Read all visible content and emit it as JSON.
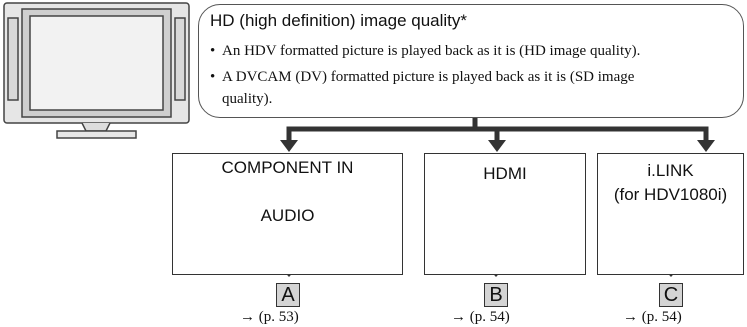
{
  "callout": {
    "title": "HD (high definition) image quality*",
    "bullets": [
      {
        "dot": "•",
        "line1": "An HDV formatted picture is played back as it is (HD image quality).",
        "line2": ""
      },
      {
        "dot": "•",
        "line1": "A DVCAM (DV) formatted picture is played back as it is (SD image",
        "line2": "quality)."
      }
    ]
  },
  "inputs": [
    {
      "label_1": "COMPONENT IN",
      "label_2": "AUDIO",
      "letter": "A",
      "page_ref": "→ (p. 53)"
    },
    {
      "label_1": "HDMI",
      "letter": "B",
      "page_ref": "→ (p. 54)"
    },
    {
      "label_1": "i.LINK",
      "label_2": "(for HDV1080i)",
      "letter": "C",
      "page_ref": "→ (p. 54)"
    }
  ],
  "icons": [
    "tv-icon",
    "rca-jack-icon",
    "hdmi-port-icon",
    "ilink-port-icon",
    "arrow-down-icon"
  ],
  "colors": {
    "line": "#333333",
    "letter_bg": "#d4d4d4",
    "tv_screen": "#f2f2f2"
  }
}
